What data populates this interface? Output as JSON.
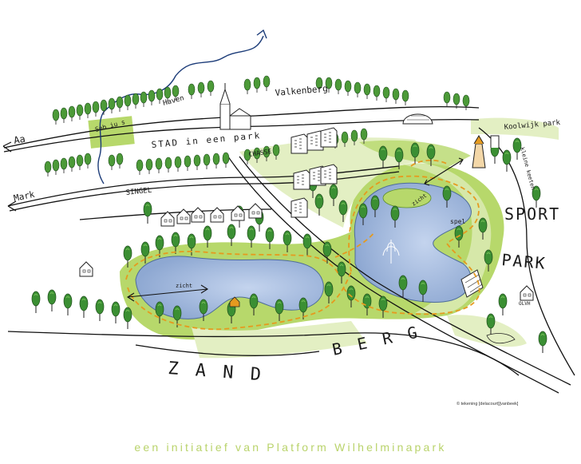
{
  "labels": {
    "aa": "Aa",
    "haven": "Haven",
    "valkenberg": "Valkenberg",
    "sebius": "Seb iu s",
    "stad": "STAD in een park",
    "chasse": "CHASSE",
    "koolwijk": "Koolwijk park",
    "kleine_keeten": "kleine keeten",
    "mark": "Mark",
    "singel": "SINGEL",
    "sport": "SPORT",
    "park": "PARK",
    "zicht_west": "zicht",
    "zicht_east": "zicht",
    "spel": "spel",
    "olvh": "OLVH",
    "zandberg_left": "Z A N D",
    "zandberg_right": "B E R G"
  },
  "credit": "© tekening [delacourt][vanbeek]",
  "footer": "een initiatief van Platform Wilhelminapark",
  "colors": {
    "park_green": "#b7d86b",
    "light_green": "#e3efc3",
    "tree_green": "#3b8f33",
    "water": "#aabfe0",
    "path_orange": "#e59a1f",
    "footer_green": "#b9d36b"
  }
}
